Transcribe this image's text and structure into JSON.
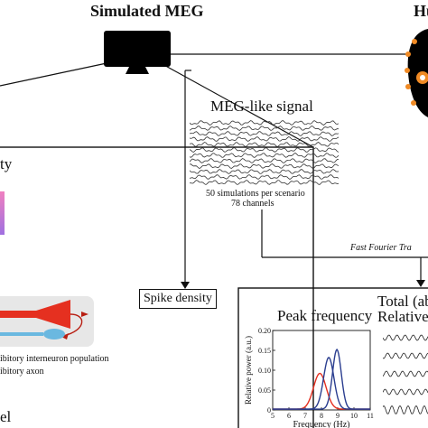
{
  "colors": {
    "line": "#111111",
    "red": "#e53020",
    "dark_red": "#b81e12",
    "blue": "#2a3d8f",
    "light_blue": "#6ab8e0",
    "orange": "#f08a24",
    "pink": "#e060c0",
    "panel_gray": "#e7e7e7"
  },
  "header": {
    "title": "Simulated MEG",
    "right_title_fragment": "Hu"
  },
  "meg_signal": {
    "label": "MEG-like signal",
    "caption_line1": "50 simulations per scenario",
    "caption_line2": "78 channels"
  },
  "left_panel": {
    "fragment_top": "ty",
    "legend_line1": "ibitory interneuron population",
    "legend_line2": "ibitory axon",
    "fragment_bottom": "el"
  },
  "spike_density": {
    "label": "Spike density"
  },
  "fft": {
    "label": "Fast Fourier Tra"
  },
  "spectrum_panel": {
    "title": "Peak frequency",
    "right_title_line1": "Total (ab",
    "right_title_line2": "Relative",
    "icon": "monitor-icon"
  },
  "chart_data": {
    "type": "line",
    "title": "Peak frequency",
    "xlabel": "Frequency (Hz)",
    "ylabel": "Relative power (a.u.)",
    "xlim": [
      5,
      11
    ],
    "ylim": [
      0,
      0.2
    ],
    "x_ticks": [
      "5",
      "6",
      "7",
      "8",
      "9",
      "10",
      "11"
    ],
    "y_ticks": [
      "0",
      "0.05",
      "0.10",
      "0.15",
      "0.20"
    ],
    "grid": false,
    "series": [
      {
        "color": "#e53020",
        "peak_x": 7.9,
        "peak_y": 0.09,
        "width": 0.55
      },
      {
        "color": "#2a3d8f",
        "peak_x": 8.45,
        "peak_y": 0.13,
        "width": 0.45
      },
      {
        "color": "#2a3d8f",
        "peak_x": 8.95,
        "peak_y": 0.15,
        "width": 0.38
      }
    ]
  }
}
